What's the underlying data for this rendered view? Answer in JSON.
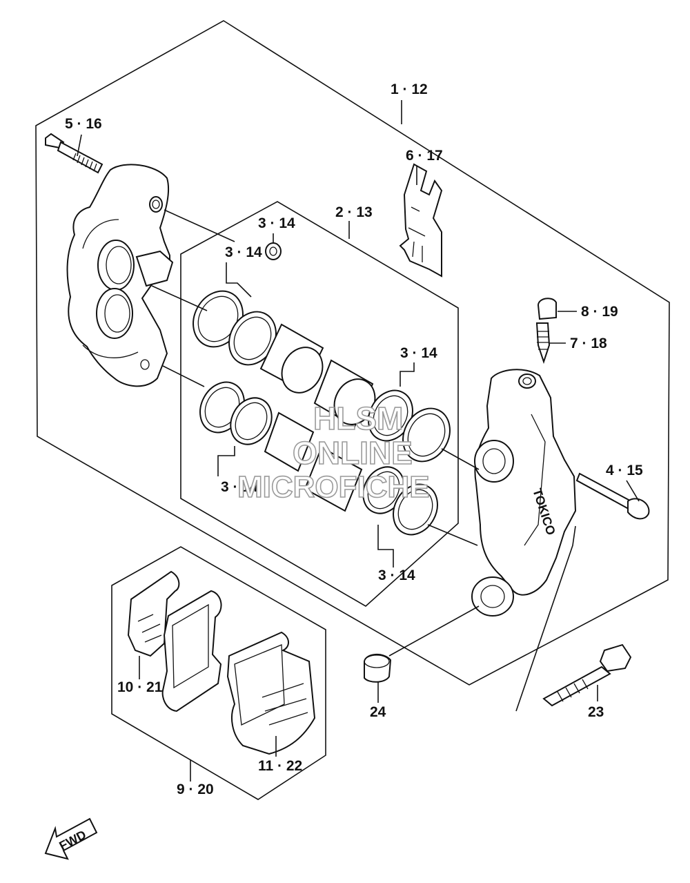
{
  "callouts": {
    "c1_12": "1 · 12",
    "c5_16": "5 · 16",
    "c6_17": "6 · 17",
    "c2_13": "2 · 13",
    "c3_14a": "3 · 14",
    "c3_14b": "3 · 14",
    "c3_14c": "3 · 14",
    "c3_14d": "3 · 14",
    "c3_14e": "3 · 14",
    "c8_19": "8 · 19",
    "c7_18": "7 · 18",
    "c4_15": "4 · 15",
    "c10_21": "10 · 21",
    "c11_22": "11 · 22",
    "c9_20": "9 · 20",
    "c24": "24",
    "c23": "23"
  },
  "watermark": {
    "line1": "HLSM",
    "line2": "ONLINE",
    "line3": "MICROFICHE"
  },
  "fwd": "FWD",
  "caliper_brand": "TOKICO"
}
